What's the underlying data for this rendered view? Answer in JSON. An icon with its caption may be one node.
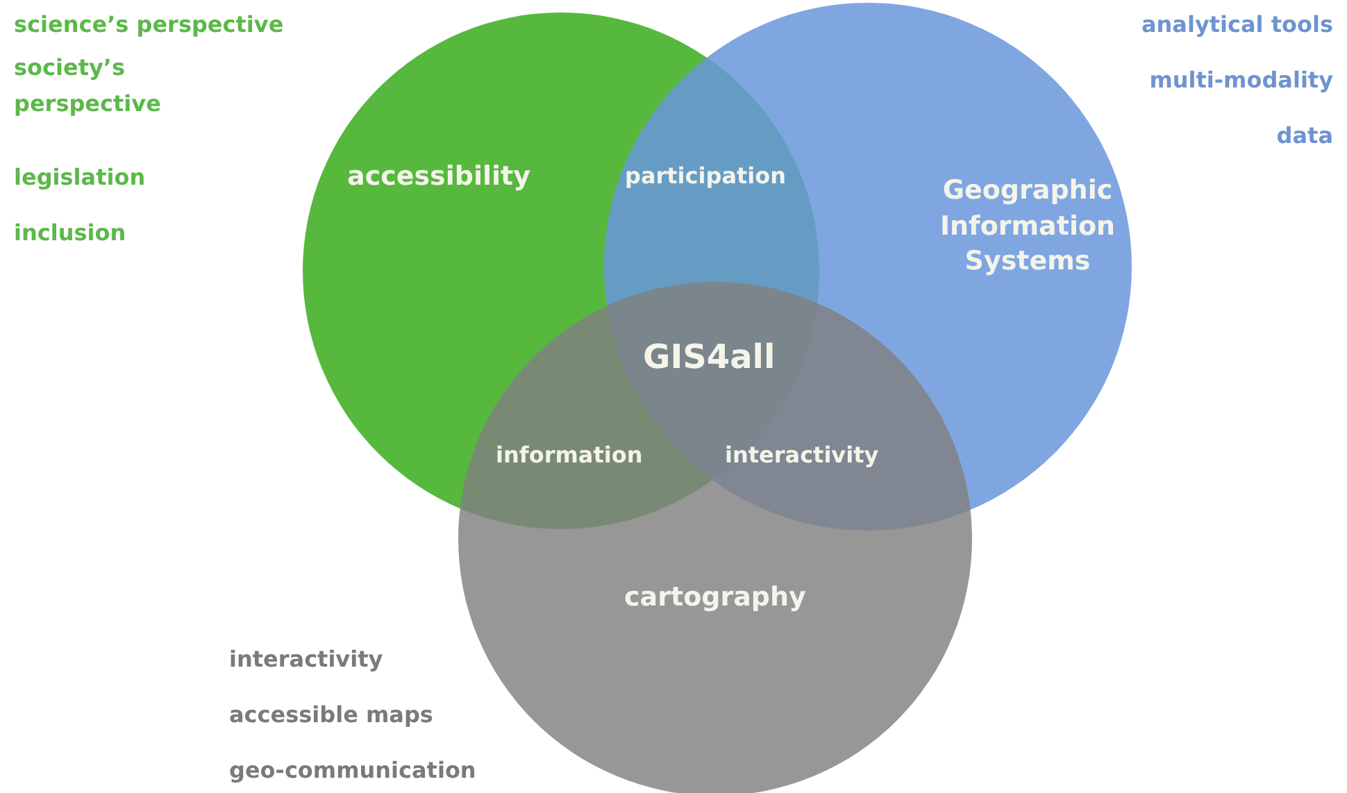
{
  "diagram": {
    "nodes": [
      {
        "text": [
          "accessibility"
        ]
      },
      {
        "text": [
          "Geographic Information Systems"
        ]
      },
      {
        "text": [
          "cartography"
        ]
      }
    ],
    "labels": [
      "science’s perspective",
      "society’s perspective",
      "legislation",
      "inclusion",
      "analytical tools",
      "multi-modality",
      "data",
      "participation",
      "GIS4all",
      "information",
      "interactivity",
      "interactivity",
      "accessible maps",
      "geo-communication"
    ]
  }
}
